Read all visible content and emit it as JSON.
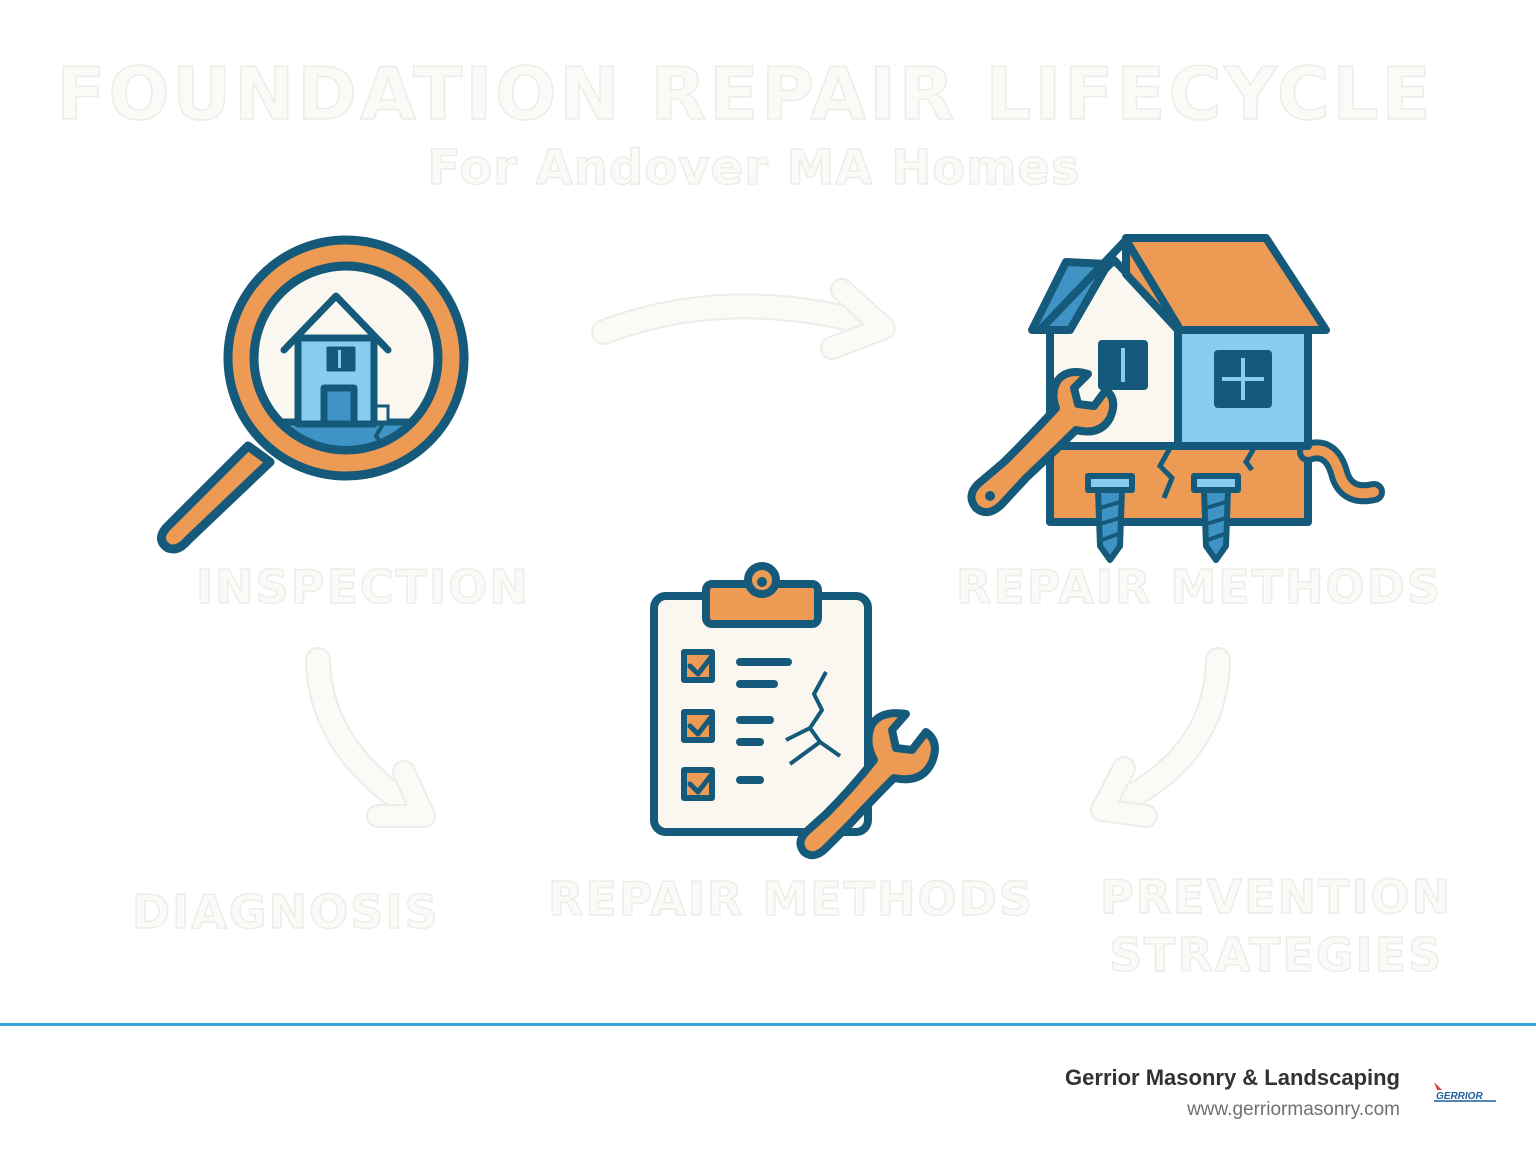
{
  "header": {
    "title": "FOUNDATION REPAIR LIFECYCLE",
    "subtitle": "For Andover MA Homes"
  },
  "stages": [
    {
      "label": "INSPECTION",
      "icon": "magnifier-house-icon"
    },
    {
      "label": "REPAIR METHODS",
      "icon": "house-foundation-repair-icon"
    },
    {
      "label": "DIAGNOSIS",
      "icon": ""
    },
    {
      "label": "REPAIR METHODS",
      "icon": "clipboard-checklist-icon"
    },
    {
      "label_line1": "PREVENTION",
      "label_line2": "STRATEGIES",
      "icon": ""
    }
  ],
  "footer": {
    "company": "Gerrior Masonry & Landscaping",
    "url": "www.gerriormasonry.com",
    "logo_text": "GERRIOR"
  },
  "colors": {
    "orange": "#ec9a54",
    "navy": "#155a7a",
    "light_blue": "#86cdee",
    "mid_blue": "#3f94c5",
    "cream": "#f9f7ef",
    "footer_line": "#3ba7d6"
  }
}
